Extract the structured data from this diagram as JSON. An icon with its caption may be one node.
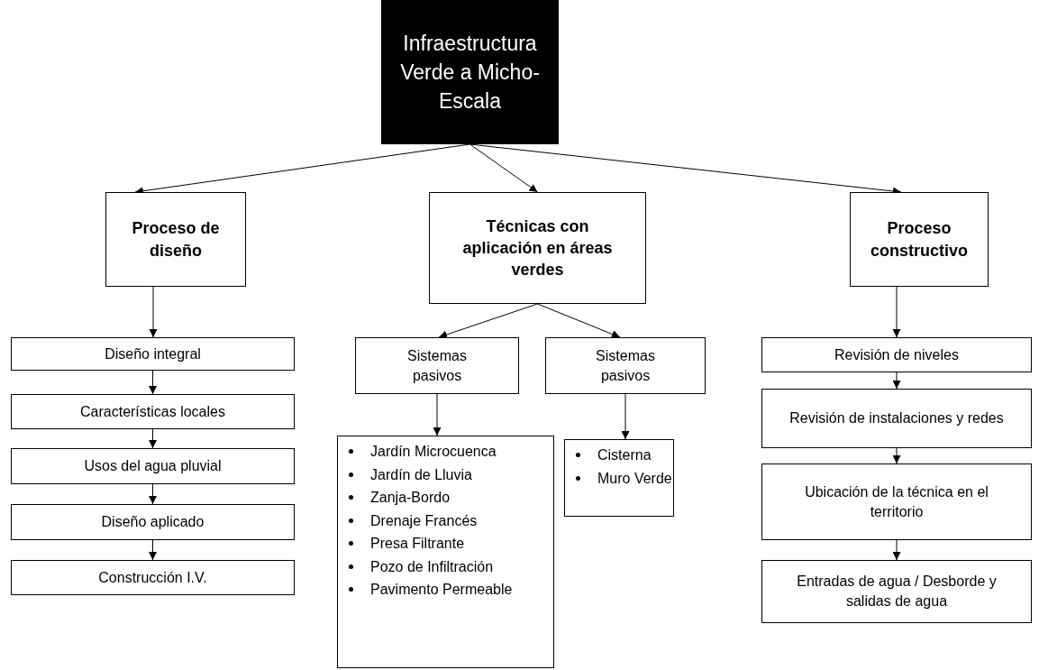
{
  "diagram": {
    "nodes": [
      {
        "text": [
          "Infraestructura Verde a Micho-Escala"
        ]
      },
      {
        "text": [
          "Proceso de diseño"
        ]
      },
      {
        "text": [
          "Técnicas con aplicación en áreas verdes"
        ]
      },
      {
        "text": [
          "Proceso constructivo"
        ]
      },
      {
        "text": [
          "Diseño integral"
        ]
      },
      {
        "text": [
          "Características locales"
        ]
      },
      {
        "text": [
          "Usos del agua pluvial"
        ]
      },
      {
        "text": [
          "Diseño aplicado"
        ]
      },
      {
        "text": [
          "Construcción I.V."
        ]
      },
      {
        "text": [
          "Sistemas pasivos"
        ]
      },
      {
        "text": [
          "Sistemas pasivos"
        ]
      },
      {
        "text": [
          "Jardín Microcuenca",
          "Jardín de Lluvia",
          "Zanja-Bordo",
          "Drenaje Francés",
          "Presa Filtrante",
          "Pozo de Infiltración",
          "Pavimento Permeable"
        ]
      },
      {
        "text": [
          "Cisterna",
          "Muro Verde"
        ]
      },
      {
        "text": [
          "Revisión de niveles"
        ]
      },
      {
        "text": [
          "Revisión de instalaciones y redes"
        ]
      },
      {
        "text": [
          "Ubicación de la técnica en el territorio"
        ]
      },
      {
        "text": [
          "Entradas de agua / Desborde y salidas de agua"
        ]
      }
    ],
    "edges": [
      {
        "from": 0,
        "to": 1,
        "arrow": "to"
      },
      {
        "from": 0,
        "to": 2,
        "arrow": "to"
      },
      {
        "from": 0,
        "to": 3,
        "arrow": "to"
      },
      {
        "from": 1,
        "to": 4,
        "arrow": "to"
      },
      {
        "from": 4,
        "to": 5,
        "arrow": "to"
      },
      {
        "from": 5,
        "to": 6,
        "arrow": "to"
      },
      {
        "from": 6,
        "to": 7,
        "arrow": "to"
      },
      {
        "from": 7,
        "to": 8,
        "arrow": "to"
      },
      {
        "from": 2,
        "to": 9,
        "arrow": "to"
      },
      {
        "from": 2,
        "to": 10,
        "arrow": "to"
      },
      {
        "from": 9,
        "to": 11,
        "arrow": "to"
      },
      {
        "from": 10,
        "to": 12,
        "arrow": "to"
      },
      {
        "from": 3,
        "to": 13,
        "arrow": "to"
      },
      {
        "from": 13,
        "to": 14,
        "arrow": "to"
      },
      {
        "from": 14,
        "to": 15,
        "arrow": "to"
      },
      {
        "from": 15,
        "to": 16,
        "arrow": "to"
      }
    ]
  }
}
